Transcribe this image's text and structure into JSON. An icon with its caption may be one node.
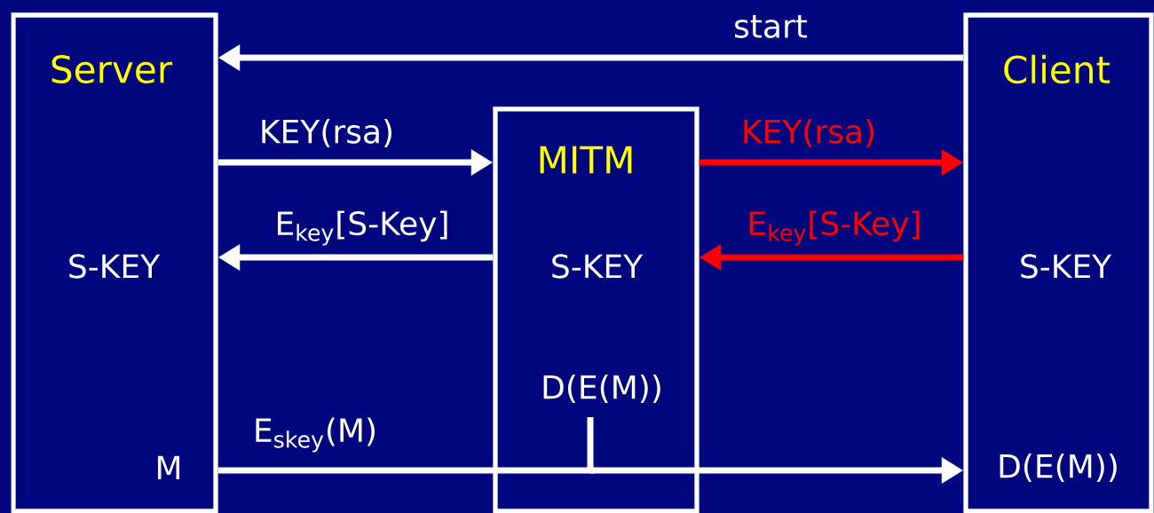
{
  "diagram": {
    "nodes": [
      {
        "text": [
          "Server",
          "S-KEY",
          "M"
        ]
      },
      {
        "text": [
          "MITM",
          "S-KEY",
          "D(E(M))"
        ]
      },
      {
        "text": [
          "Client",
          "S-KEY",
          "D(E(M))"
        ]
      }
    ],
    "edges": [
      {
        "from": 2,
        "to": 0,
        "arrow": "to",
        "label": "start"
      },
      {
        "from": 0,
        "to": 1,
        "arrow": "to",
        "label": "KEY(rsa)"
      },
      {
        "from": 1,
        "to": 2,
        "arrow": "to",
        "label": "KEY(rsa)",
        "color": "#ff0000"
      },
      {
        "from": 1,
        "to": 0,
        "arrow": "to",
        "label": "E$_{key}$[S-Key]"
      },
      {
        "from": 2,
        "to": 1,
        "arrow": "to",
        "label": "E$_{key}$[S-Key]",
        "color": "#ff0000"
      },
      {
        "from": 0,
        "to": 1,
        "arrow": "none",
        "label": "E$_{skey}$(M)"
      },
      {
        "from": 1,
        "to": 2,
        "arrow": "to"
      }
    ]
  }
}
